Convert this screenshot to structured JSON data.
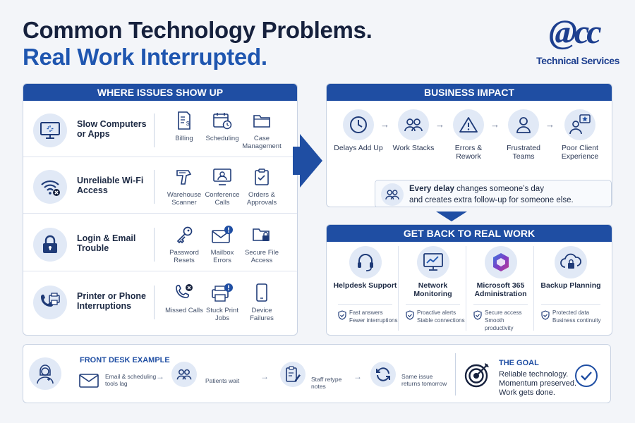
{
  "header": {
    "title_line1": "Common Technology Problems.",
    "title_line2": "Real Work Interrupted.",
    "logo_mark": "@cc",
    "logo_text": "Technical Services"
  },
  "issues": {
    "title": "WHERE ISSUES SHOW UP",
    "rows": [
      {
        "label": "Slow Computers or Apps",
        "icon": "monitor-loading-icon",
        "subs": [
          {
            "label": "Billing",
            "icon": "billing-icon"
          },
          {
            "label": "Scheduling",
            "icon": "calendar-clock-icon"
          },
          {
            "label": "Case Management",
            "icon": "folder-icon"
          }
        ]
      },
      {
        "label": "Unreliable Wi-Fi Access",
        "icon": "wifi-off-icon",
        "subs": [
          {
            "label": "Warehouse Scanner",
            "icon": "scanner-icon"
          },
          {
            "label": "Conference Calls",
            "icon": "video-call-icon"
          },
          {
            "label": "Orders & Approvals",
            "icon": "clipboard-check-icon"
          }
        ]
      },
      {
        "label": "Login & Email Trouble",
        "icon": "lock-icon",
        "subs": [
          {
            "label": "Password Resets",
            "icon": "key-icon"
          },
          {
            "label": "Mailbox Errors",
            "icon": "mail-alert-icon"
          },
          {
            "label": "Secure File Access",
            "icon": "folder-lock-icon"
          }
        ]
      },
      {
        "label": "Printer or Phone Interruptions",
        "icon": "printer-phone-icon",
        "subs": [
          {
            "label": "Missed Calls",
            "icon": "missed-call-icon"
          },
          {
            "label": "Stuck Print Jobs",
            "icon": "printer-alert-icon"
          },
          {
            "label": "Device Failures",
            "icon": "mobile-device-icon"
          }
        ]
      }
    ]
  },
  "impact": {
    "title": "BUSINESS IMPACT",
    "items": [
      {
        "label": "Delays Add Up",
        "icon": "clock-icon"
      },
      {
        "label": "Work Stacks",
        "icon": "people-icon"
      },
      {
        "label": "Errors & Rework",
        "icon": "warning-icon"
      },
      {
        "label": "Frustrated Teams",
        "icon": "person-icon"
      },
      {
        "label": "Poor Client Experience",
        "icon": "person-star-icon"
      }
    ],
    "note_bold": "Every delay",
    "note_rest": " changes someone’s day",
    "note_line2": "and creates extra follow-up for someone else."
  },
  "services": {
    "title": "GET BACK TO REAL WORK",
    "items": [
      {
        "name": "Helpdesk Support",
        "icon": "headset-icon",
        "bullets": [
          "Fast answers",
          "Fewer interruptions"
        ]
      },
      {
        "name": "Network Monitoring",
        "icon": "monitor-chart-icon",
        "bullets": [
          "Proactive alerts",
          "Stable connections"
        ]
      },
      {
        "name": "Microsoft 365 Administration",
        "icon": "m365-icon",
        "bullets": [
          "Secure access",
          "Smooth productivity"
        ]
      },
      {
        "name": "Backup Planning",
        "icon": "cloud-lock-icon",
        "bullets": [
          "Protected data",
          "Business continuity"
        ]
      }
    ]
  },
  "example": {
    "title": "FRONT DESK EXAMPLE",
    "steps": [
      {
        "text": "Email & scheduling tools lag",
        "icon": "envelope-icon"
      },
      {
        "text": "Patients wait",
        "icon": "people-icon"
      },
      {
        "text": "Staff retype notes",
        "icon": "clipboard-pen-icon"
      },
      {
        "text": "Same issue returns tomorrow",
        "icon": "refresh-icon"
      }
    ],
    "goal_title": "THE GOAL",
    "goal_lines": [
      "Reliable technology.",
      "Momentum preserved.",
      "Work gets done."
    ]
  },
  "colors": {
    "primary": "#1f4ea3",
    "dark": "#16213d",
    "accent": "#1f56b0",
    "icon_bg": "#e1e9f6"
  }
}
